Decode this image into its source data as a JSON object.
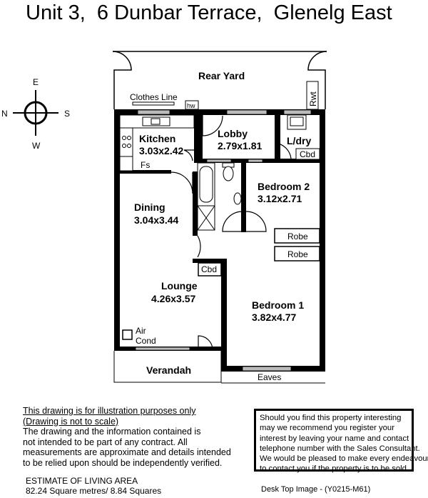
{
  "title": "Unit 3,  6 Dunbar Terrace,  Glenelg East",
  "compass": {
    "n": "N",
    "s": "S",
    "e": "E",
    "w": "W"
  },
  "rooms": {
    "rear_yard": "Rear Yard",
    "clothes_line": "Clothes Line",
    "hw": "hw",
    "rwt": "Rwt",
    "kitchen": {
      "name": "Kitchen",
      "size": "3.03x2.42"
    },
    "fs": "Fs",
    "lobby": {
      "name": "Lobby",
      "size": "2.79x1.81"
    },
    "laundry": "L/dry",
    "laundry_cbd": "Cbd",
    "bedroom2": {
      "name": "Bedroom 2",
      "size": "3.12x2.71"
    },
    "dining": {
      "name": "Dining",
      "size": "3.04x3.44"
    },
    "robe1": "Robe",
    "robe2": "Robe",
    "hall_cbd": "Cbd",
    "lounge": {
      "name": "Lounge",
      "size": "4.26x3.57"
    },
    "bedroom1": {
      "name": "Bedroom 1",
      "size": "3.82x4.77"
    },
    "air_cond_1": "Air",
    "air_cond_2": "Cond",
    "verandah": "Verandah",
    "eaves": "Eaves"
  },
  "disclaimer": {
    "line1": "This drawing is for illustration purposes only",
    "line2": "(Drawing is not to scale)",
    "lines": [
      "The drawing and the information contained is",
      "not intended to be part of any contract.  All",
      "measurements are approximate and details intended",
      "to be relied upon should be independently verified."
    ]
  },
  "estimate": {
    "label": "ESTIMATE OF LIVING AREA",
    "value": "82.24 Square metres/ 8.84 Squares"
  },
  "notice": [
    "Should you find this property interesting",
    "may we recommend you register your",
    "interest by leaving your name and contact",
    "telephone number with the Sales Consultant.",
    "We would be pleased to make every endeavour",
    "to contact you if the property is to be sold."
  ],
  "image_ref": "Desk Top Image - (Y0215-M61)"
}
